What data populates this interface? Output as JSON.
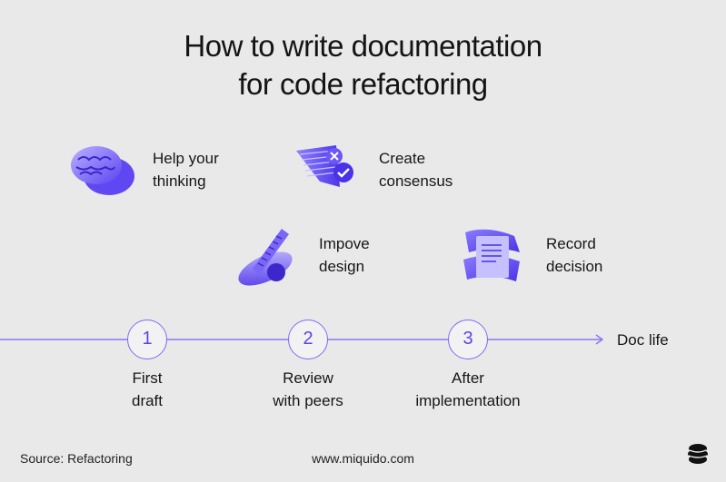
{
  "title": {
    "line1": "How to write documentation",
    "line2": "for code refactoring"
  },
  "benefits": [
    {
      "line1": "Help your",
      "line2": "thinking",
      "icon": "brain-icon"
    },
    {
      "line1": "Create",
      "line2": "consensus",
      "icon": "consensus-check-icon"
    },
    {
      "line1": "Impove",
      "line2": "design",
      "icon": "design-ruler-icon"
    },
    {
      "line1": "Record",
      "line2": "decision",
      "icon": "document-record-icon"
    }
  ],
  "timeline": {
    "end_label": "Doc life",
    "steps": [
      {
        "number": "1",
        "line1": "First",
        "line2": "draft"
      },
      {
        "number": "2",
        "line1": "Review",
        "line2": "with peers"
      },
      {
        "number": "3",
        "line1": "After",
        "line2": "implementation"
      }
    ]
  },
  "footer": {
    "source": "Source: Refactoring",
    "website": "www.miquido.com"
  },
  "colors": {
    "accent": "#7b6cf6",
    "accent_dark": "#5a45e8",
    "background": "#e9e9e9"
  }
}
